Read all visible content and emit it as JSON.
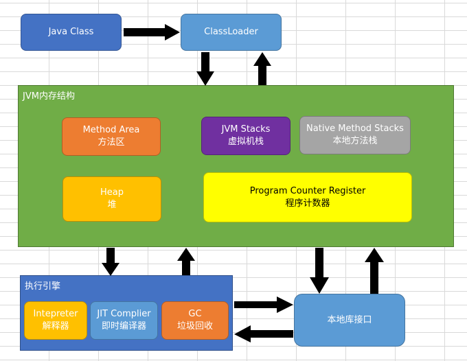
{
  "nodes": {
    "java_class": {
      "label": "Java Class",
      "color": "#4472C4"
    },
    "classloader": {
      "label": "ClassLoader",
      "color": "#5B9BD5"
    },
    "native_interface": {
      "label": "本地库接口",
      "color": "#5B9BD5"
    }
  },
  "jvm_memory": {
    "title": "JVM内存结构",
    "color": "#70AD47",
    "method_area": {
      "line1": "Method Area",
      "line2": "方法区",
      "color": "#ED7D31"
    },
    "jvm_stacks": {
      "line1": "JVM Stacks",
      "line2": "虚拟机栈",
      "color": "#7030A0"
    },
    "native_stacks": {
      "line1": "Native Method Stacks",
      "line2": "本地方法栈",
      "color": "#A5A5A5"
    },
    "heap": {
      "line1": "Heap",
      "line2": "堆",
      "color": "#FFC000"
    },
    "pc_register": {
      "line1": "Program Counter Register",
      "line2": "程序计数器",
      "color": "#FFFF00"
    }
  },
  "execution_engine": {
    "title": "执行引擎",
    "color": "#4472C4",
    "interpreter": {
      "line1": "Intepreter",
      "line2": "解释器",
      "color": "#FFC000"
    },
    "jit_compiler": {
      "line1": "JIT Complier",
      "line2": "即时编译器",
      "color": "#5B9BD5"
    },
    "gc": {
      "line1": "GC",
      "line2": "垃圾回收",
      "color": "#ED7D31"
    }
  }
}
